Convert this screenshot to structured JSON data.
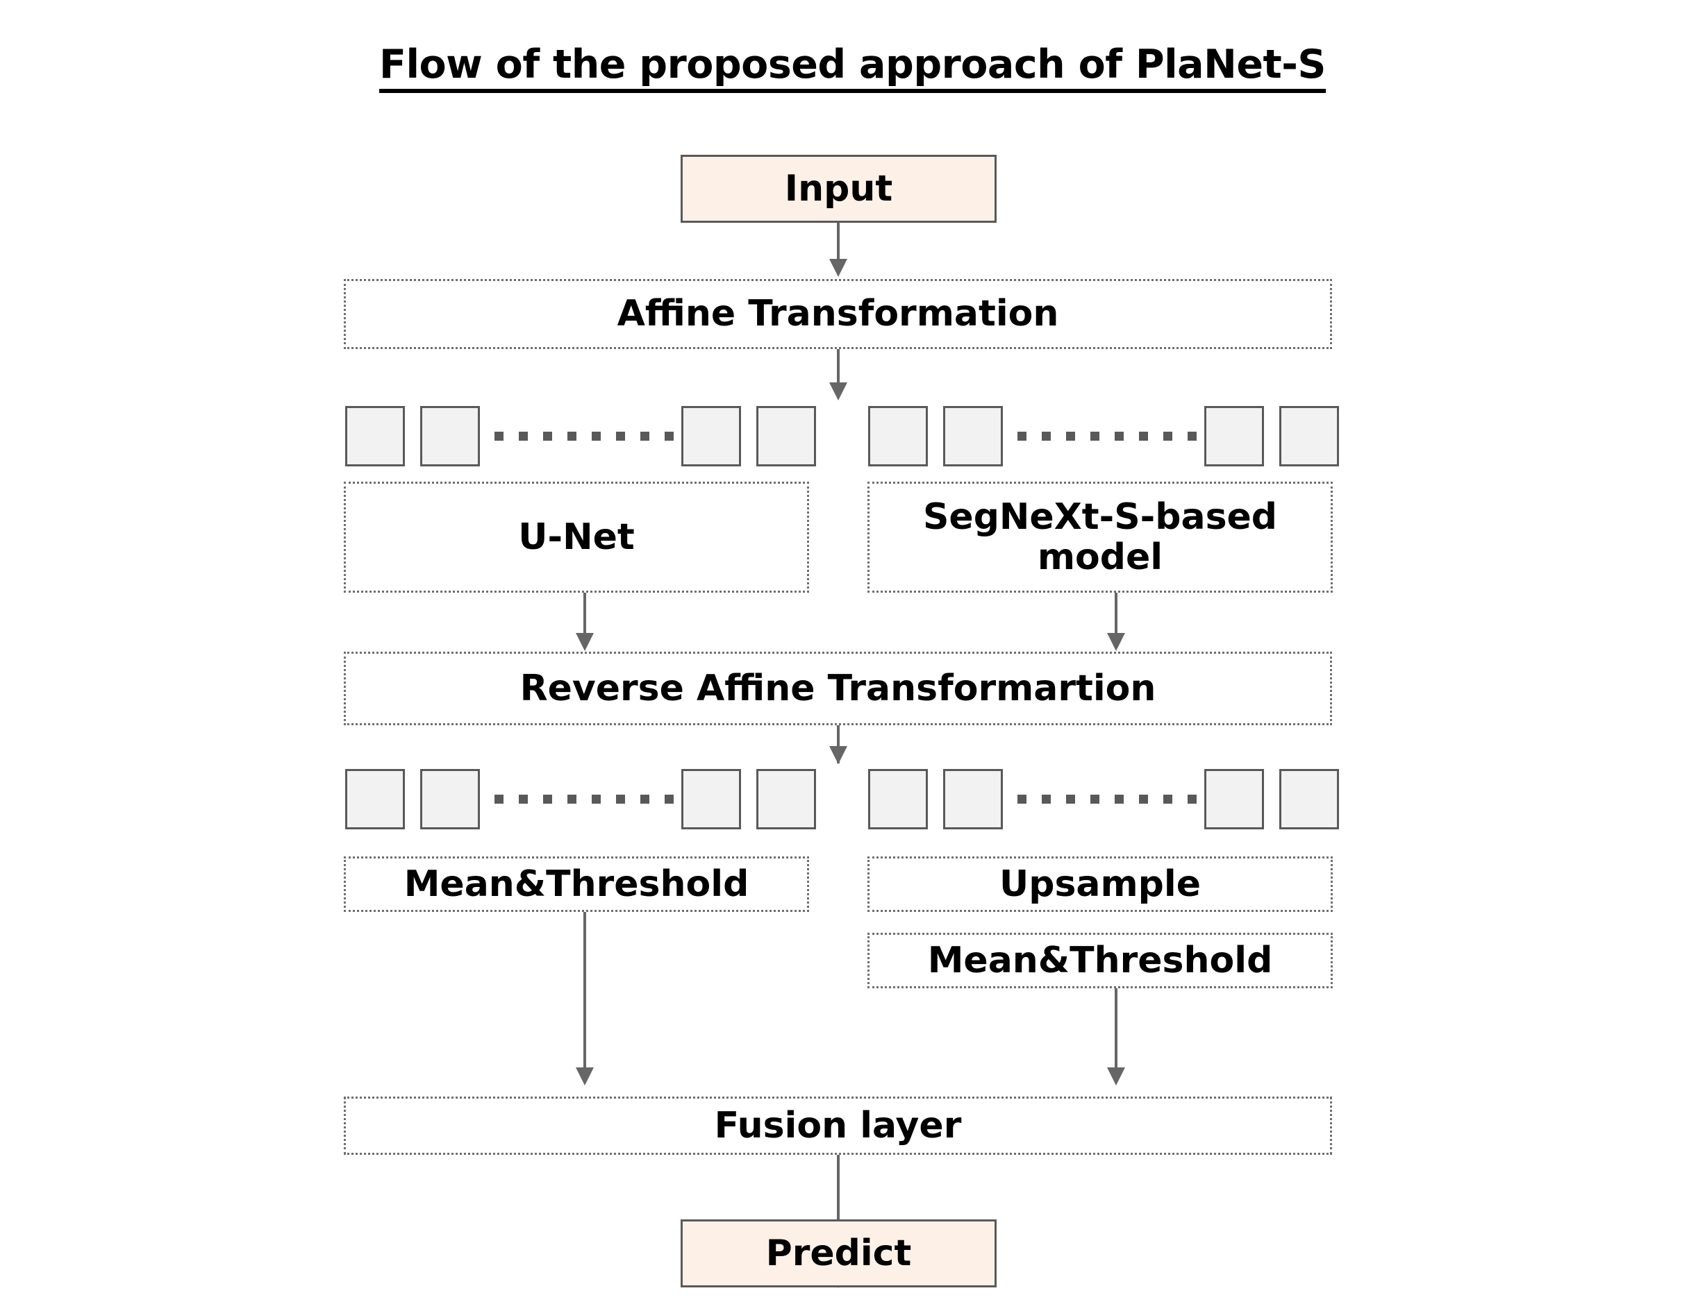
{
  "diagram": {
    "title": "Flow of the proposed approach of PlaNet-S",
    "colors": {
      "terminal_fill": "#fdf1e7",
      "terminal_border": "#595959",
      "block_border": "#6e6e6e",
      "feature_square_fill": "#f2f2f2",
      "feature_square_border": "#595959",
      "arrow": "#666666",
      "text": "#000000",
      "background": "#ffffff"
    },
    "nodes": {
      "input": "Input",
      "affine_transformation": "Affine Transformation",
      "unet": "U-Net",
      "segnext": "SegNeXt-S-based model",
      "reverse_affine": "Reverse Affine Transformartion",
      "mean_threshold_left": "Mean&Threshold",
      "upsample": "Upsample",
      "mean_threshold_right": "Mean&Threshold",
      "fusion_layer": "Fusion layer",
      "predict": "Predict"
    },
    "feature_rows": [
      {
        "name": "feature-row-top",
        "groups": [
          {
            "name": "left-branch",
            "squares": 4,
            "dots": 9
          },
          {
            "name": "right-branch",
            "squares": 4,
            "dots": 9
          }
        ]
      },
      {
        "name": "feature-row-bottom",
        "groups": [
          {
            "name": "left-branch",
            "squares": 4,
            "dots": 9
          },
          {
            "name": "right-branch",
            "squares": 4,
            "dots": 9
          }
        ]
      }
    ],
    "edges": [
      {
        "from": "Input",
        "to": "Affine Transformation"
      },
      {
        "from": "Affine Transformation",
        "to": "feature-row-top"
      },
      {
        "from": "U-Net",
        "to": "Reverse Affine Transformartion"
      },
      {
        "from": "SegNeXt-S-based model",
        "to": "Reverse Affine Transformartion"
      },
      {
        "from": "Reverse Affine Transformartion",
        "to": "feature-row-bottom"
      },
      {
        "from": "Mean&Threshold",
        "to": "Fusion layer"
      },
      {
        "from": "Mean&Threshold",
        "to": "Fusion layer"
      },
      {
        "from": "Fusion layer",
        "to": "Predict"
      }
    ]
  }
}
